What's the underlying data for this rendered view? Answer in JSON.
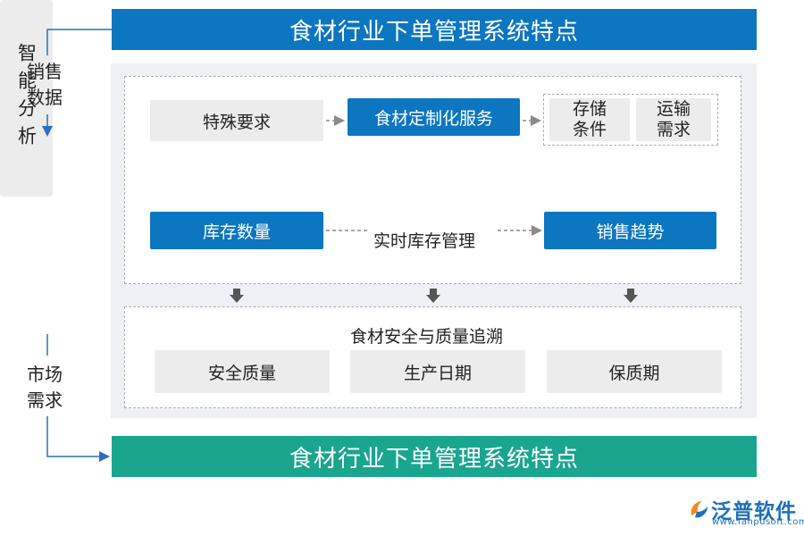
{
  "banners": {
    "top_title": "食材行业下单管理系统特点",
    "bottom_title": "食材行业下单管理系统特点"
  },
  "left_flow": {
    "top_label": "销售\n数据",
    "center_label": "智能分析",
    "bottom_label": "市场\n需求"
  },
  "row1": {
    "special_requirements": "特殊要求",
    "custom_service": "食材定制化服务",
    "storage_conditions": "存储\n条件",
    "transport_requirements": "运输\n需求"
  },
  "row2": {
    "inventory_quantity": "库存数量",
    "realtime_inventory": "实时库存管理",
    "sales_trend": "销售趋势"
  },
  "traceability": {
    "title": "食材安全与质量追溯",
    "items": [
      "安全质量",
      "生产日期",
      "保质期"
    ]
  },
  "logo": {
    "name": "泛普软件",
    "url": "www.fanpusoft.com"
  },
  "colors": {
    "primary_blue": "#0d76c0",
    "accent_green": "#1aa58e",
    "panel_gray": "#eef0f5",
    "box_gray": "#ececec"
  }
}
